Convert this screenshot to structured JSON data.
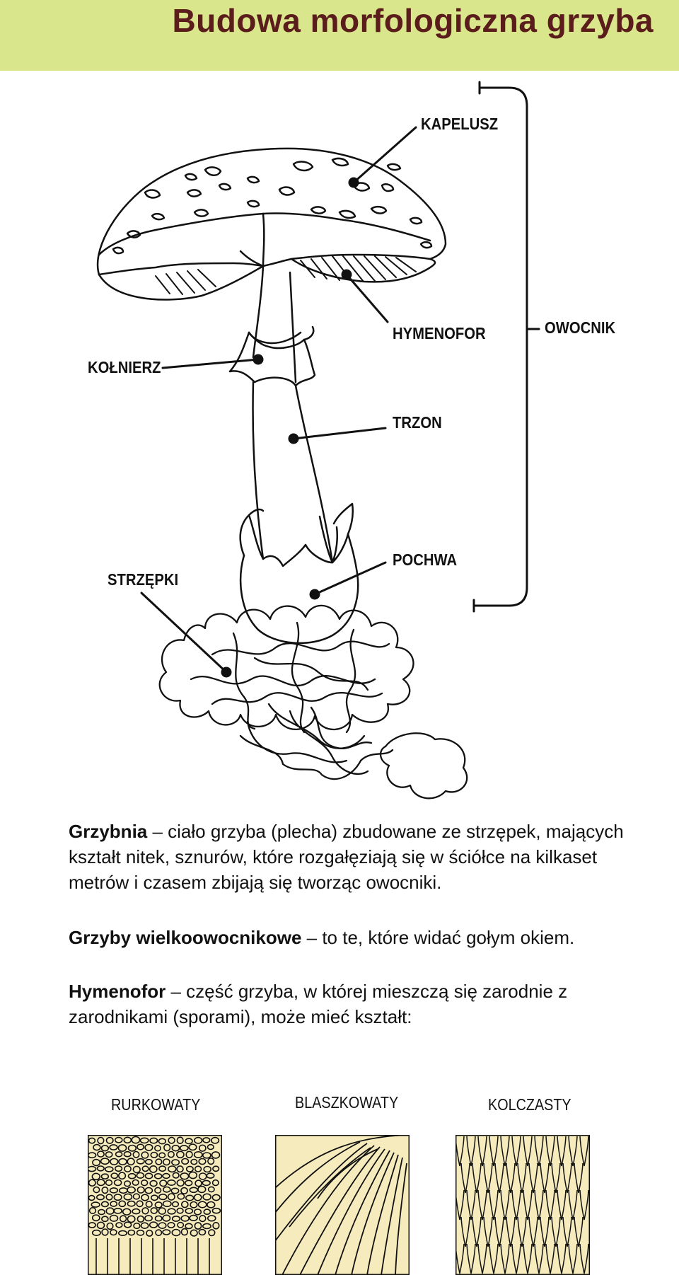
{
  "title": "Budowa morfologiczna grzyba",
  "diagram": {
    "labels": {
      "kapelusz": "KAPELUSZ",
      "hymenofor": "HYMENOFOR",
      "owocnik": "OWOCNIK",
      "kolnierz": "KOŁNIERZ",
      "trzon": "TRZON",
      "pochwa": "POCHWA",
      "strzepki": "STRZĘPKI"
    }
  },
  "descriptions": [
    {
      "term": "Grzybnia",
      "text": " – ciało grzyba (plecha) zbudowane ze strzępek, mających kształt nitek, sznurów, które rozgałęziają się w ściółce na kilkaset metrów i czasem zbijają się tworząc owocniki."
    },
    {
      "term": "Grzyby wielkoowocnikowe",
      "text": " – to te, które widać gołym okiem."
    },
    {
      "term": "Hymenofor",
      "text": " – część grzyba, w której mieszczą się zarodnie z zarodnikami (sporami), może mieć kształt:"
    }
  ],
  "hymenophore_types": [
    {
      "label": "RURKOWATY"
    },
    {
      "label": "BLASZKOWATY"
    },
    {
      "label": "KOLCZASTY"
    }
  ],
  "colors": {
    "title_bar": "#d9e68c",
    "title_text": "#5b1c1c",
    "swatch_fill": "#f6ebbd"
  }
}
